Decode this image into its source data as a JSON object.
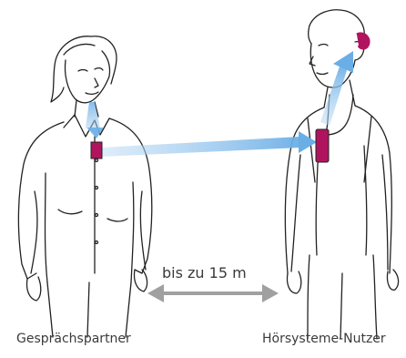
{
  "labels": {
    "distance": "bis zu 15 m",
    "left_person": "Gesprächspartner",
    "right_person": "Hörsysteme-Nutzer"
  },
  "colors": {
    "device": "#b0145e",
    "signal": "#7fb8e8",
    "distance_arrow": "#a0a0a0",
    "line": "#222222"
  }
}
